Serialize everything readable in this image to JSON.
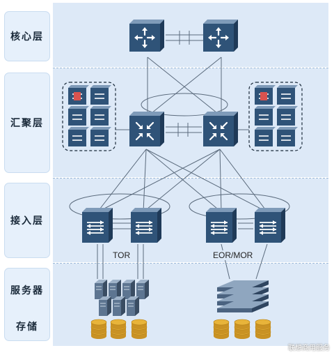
{
  "layers": {
    "core": "核心层",
    "aggregation": "汇聚层",
    "access": "接入层",
    "servers": "服务器",
    "storage": "存储"
  },
  "access_labels": {
    "tor": "TOR",
    "eor": "EOR/MOR"
  },
  "watermark": "联想商用服务",
  "icons": {
    "core_switch": "router-arrows-icon",
    "aggregation_switch": "l3-switch-icon",
    "access_switch": "l2-switch-icon",
    "service_module": "service-module-icon",
    "tower_server": "tower-server-icon",
    "rack_server": "rack-server-icon",
    "storage": "disk-stack-icon"
  },
  "colors": {
    "device": "#2f5378",
    "device_top": "#7f9bb9",
    "band": "#dde9f7",
    "label_bg": "#e6f0fb",
    "disk": "#e8b43a"
  }
}
